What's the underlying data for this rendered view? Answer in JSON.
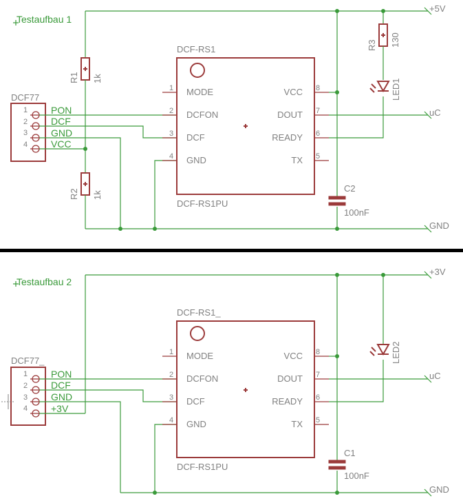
{
  "section1": {
    "title": "Testaufbau 1",
    "net_top": "+5V",
    "net_uc": "uC",
    "net_gnd": "GND",
    "connector": {
      "name": "DCF77",
      "pin_numbers": [
        "1",
        "2",
        "3",
        "4"
      ],
      "pin_labels": [
        "PON",
        "DCF",
        "GND",
        "VCC"
      ]
    },
    "ic": {
      "name": "DCF-RS1",
      "value": "DCF-RS1PU",
      "left_pins": [
        {
          "num": "1",
          "label": "MODE"
        },
        {
          "num": "2",
          "label": "DCFON"
        },
        {
          "num": "3",
          "label": "DCF"
        },
        {
          "num": "4",
          "label": "GND"
        }
      ],
      "right_pins": [
        {
          "num": "8",
          "label": "VCC"
        },
        {
          "num": "7",
          "label": "DOUT"
        },
        {
          "num": "6",
          "label": "READY"
        },
        {
          "num": "5",
          "label": "TX"
        }
      ]
    },
    "r1": {
      "name": "R1",
      "value": "1k"
    },
    "r2": {
      "name": "R2",
      "value": "1k"
    },
    "r3": {
      "name": "R3",
      "value": "130"
    },
    "led": {
      "name": "LED1"
    },
    "cap": {
      "name": "C2",
      "value": "100nF"
    }
  },
  "section2": {
    "title": "Testaufbau 2",
    "net_top": "+3V",
    "net_uc": "uC",
    "net_gnd": "GND",
    "connector": {
      "name": "DCF77_",
      "pin_numbers": [
        "1",
        "2",
        "3",
        "4"
      ],
      "pin_labels": [
        "PON",
        "DCF",
        "GND",
        "+3V"
      ]
    },
    "ic": {
      "name": "DCF-RS1_",
      "value": "DCF-RS1PU",
      "left_pins": [
        {
          "num": "1",
          "label": "MODE"
        },
        {
          "num": "2",
          "label": "DCFON"
        },
        {
          "num": "3",
          "label": "DCF"
        },
        {
          "num": "4",
          "label": "GND"
        }
      ],
      "right_pins": [
        {
          "num": "8",
          "label": "VCC"
        },
        {
          "num": "7",
          "label": "DOUT"
        },
        {
          "num": "6",
          "label": "READY"
        },
        {
          "num": "5",
          "label": "TX"
        }
      ]
    },
    "led": {
      "name": "LED2"
    },
    "cap": {
      "name": "C1",
      "value": "100nF"
    }
  },
  "colors": {
    "wire": "#3a9a3a",
    "component": "#9b3a3a",
    "label": "#808080",
    "divider": "#000000"
  }
}
